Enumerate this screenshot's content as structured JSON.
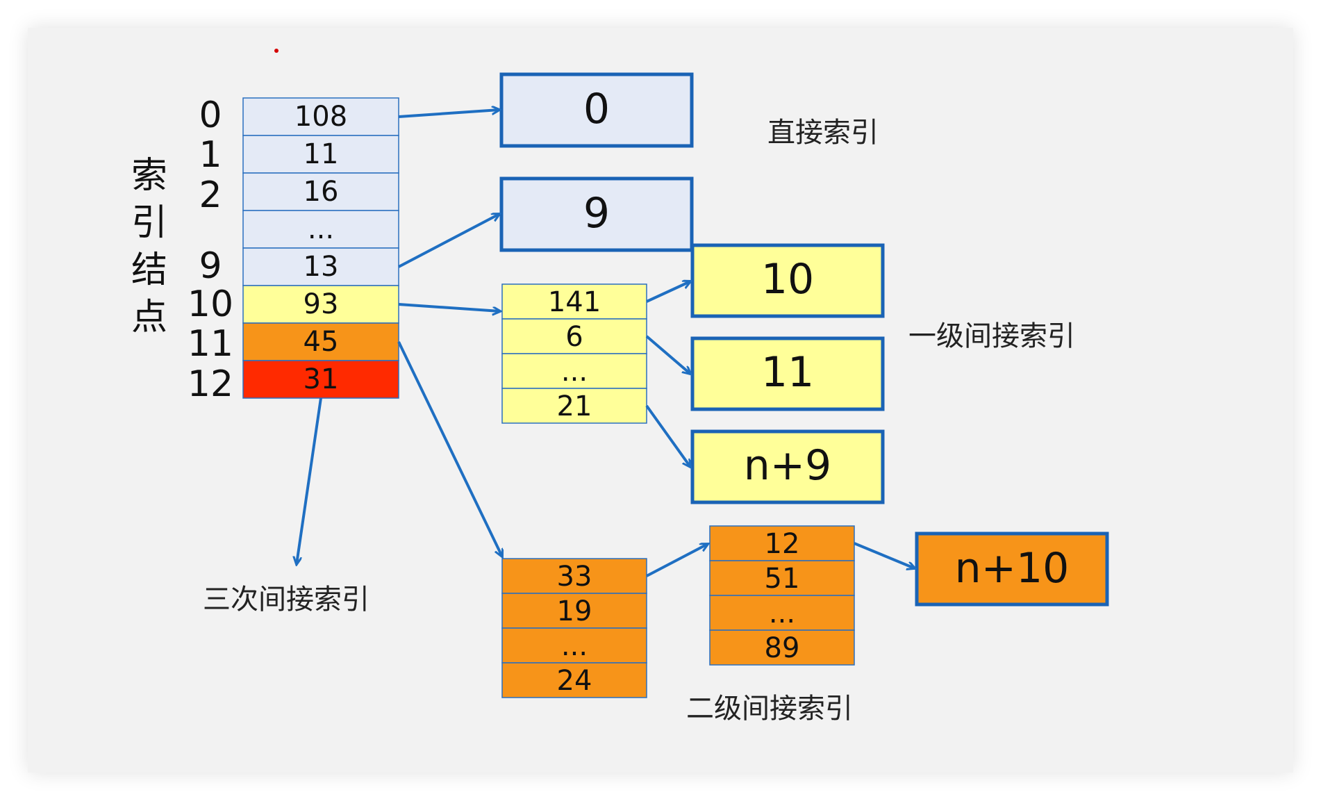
{
  "colors": {
    "blue_fill": "#e4eaf6",
    "blue_stroke": "#2a6fbf",
    "yellow_fill": "#ffff99",
    "orange_fill": "#f79419",
    "red_fill": "#ff2a00",
    "arrow": "#1f6fc2",
    "box_stroke": "#1a63b5"
  },
  "index_node": {
    "vertical_label": [
      "索",
      "引",
      "结",
      "点"
    ],
    "row_indices": [
      "0",
      "1",
      "2",
      "9",
      "10",
      "11",
      "12"
    ],
    "cells": [
      "108",
      "11",
      "16",
      "...",
      "13",
      "93",
      "45",
      "31"
    ]
  },
  "direct_blocks": [
    "0",
    "9"
  ],
  "level1_table": [
    "141",
    "6",
    "...",
    "21"
  ],
  "level1_blocks": [
    "10",
    "11",
    "n+9"
  ],
  "level2_table_a": [
    "33",
    "19",
    "...",
    "24"
  ],
  "level2_table_b": [
    "12",
    "51",
    "...",
    "89"
  ],
  "level2_block": "n+10",
  "labels": {
    "direct": "直接索引",
    "level1": "一级间接索引",
    "level2": "二级间接索引",
    "level3": "三次间接索引"
  }
}
